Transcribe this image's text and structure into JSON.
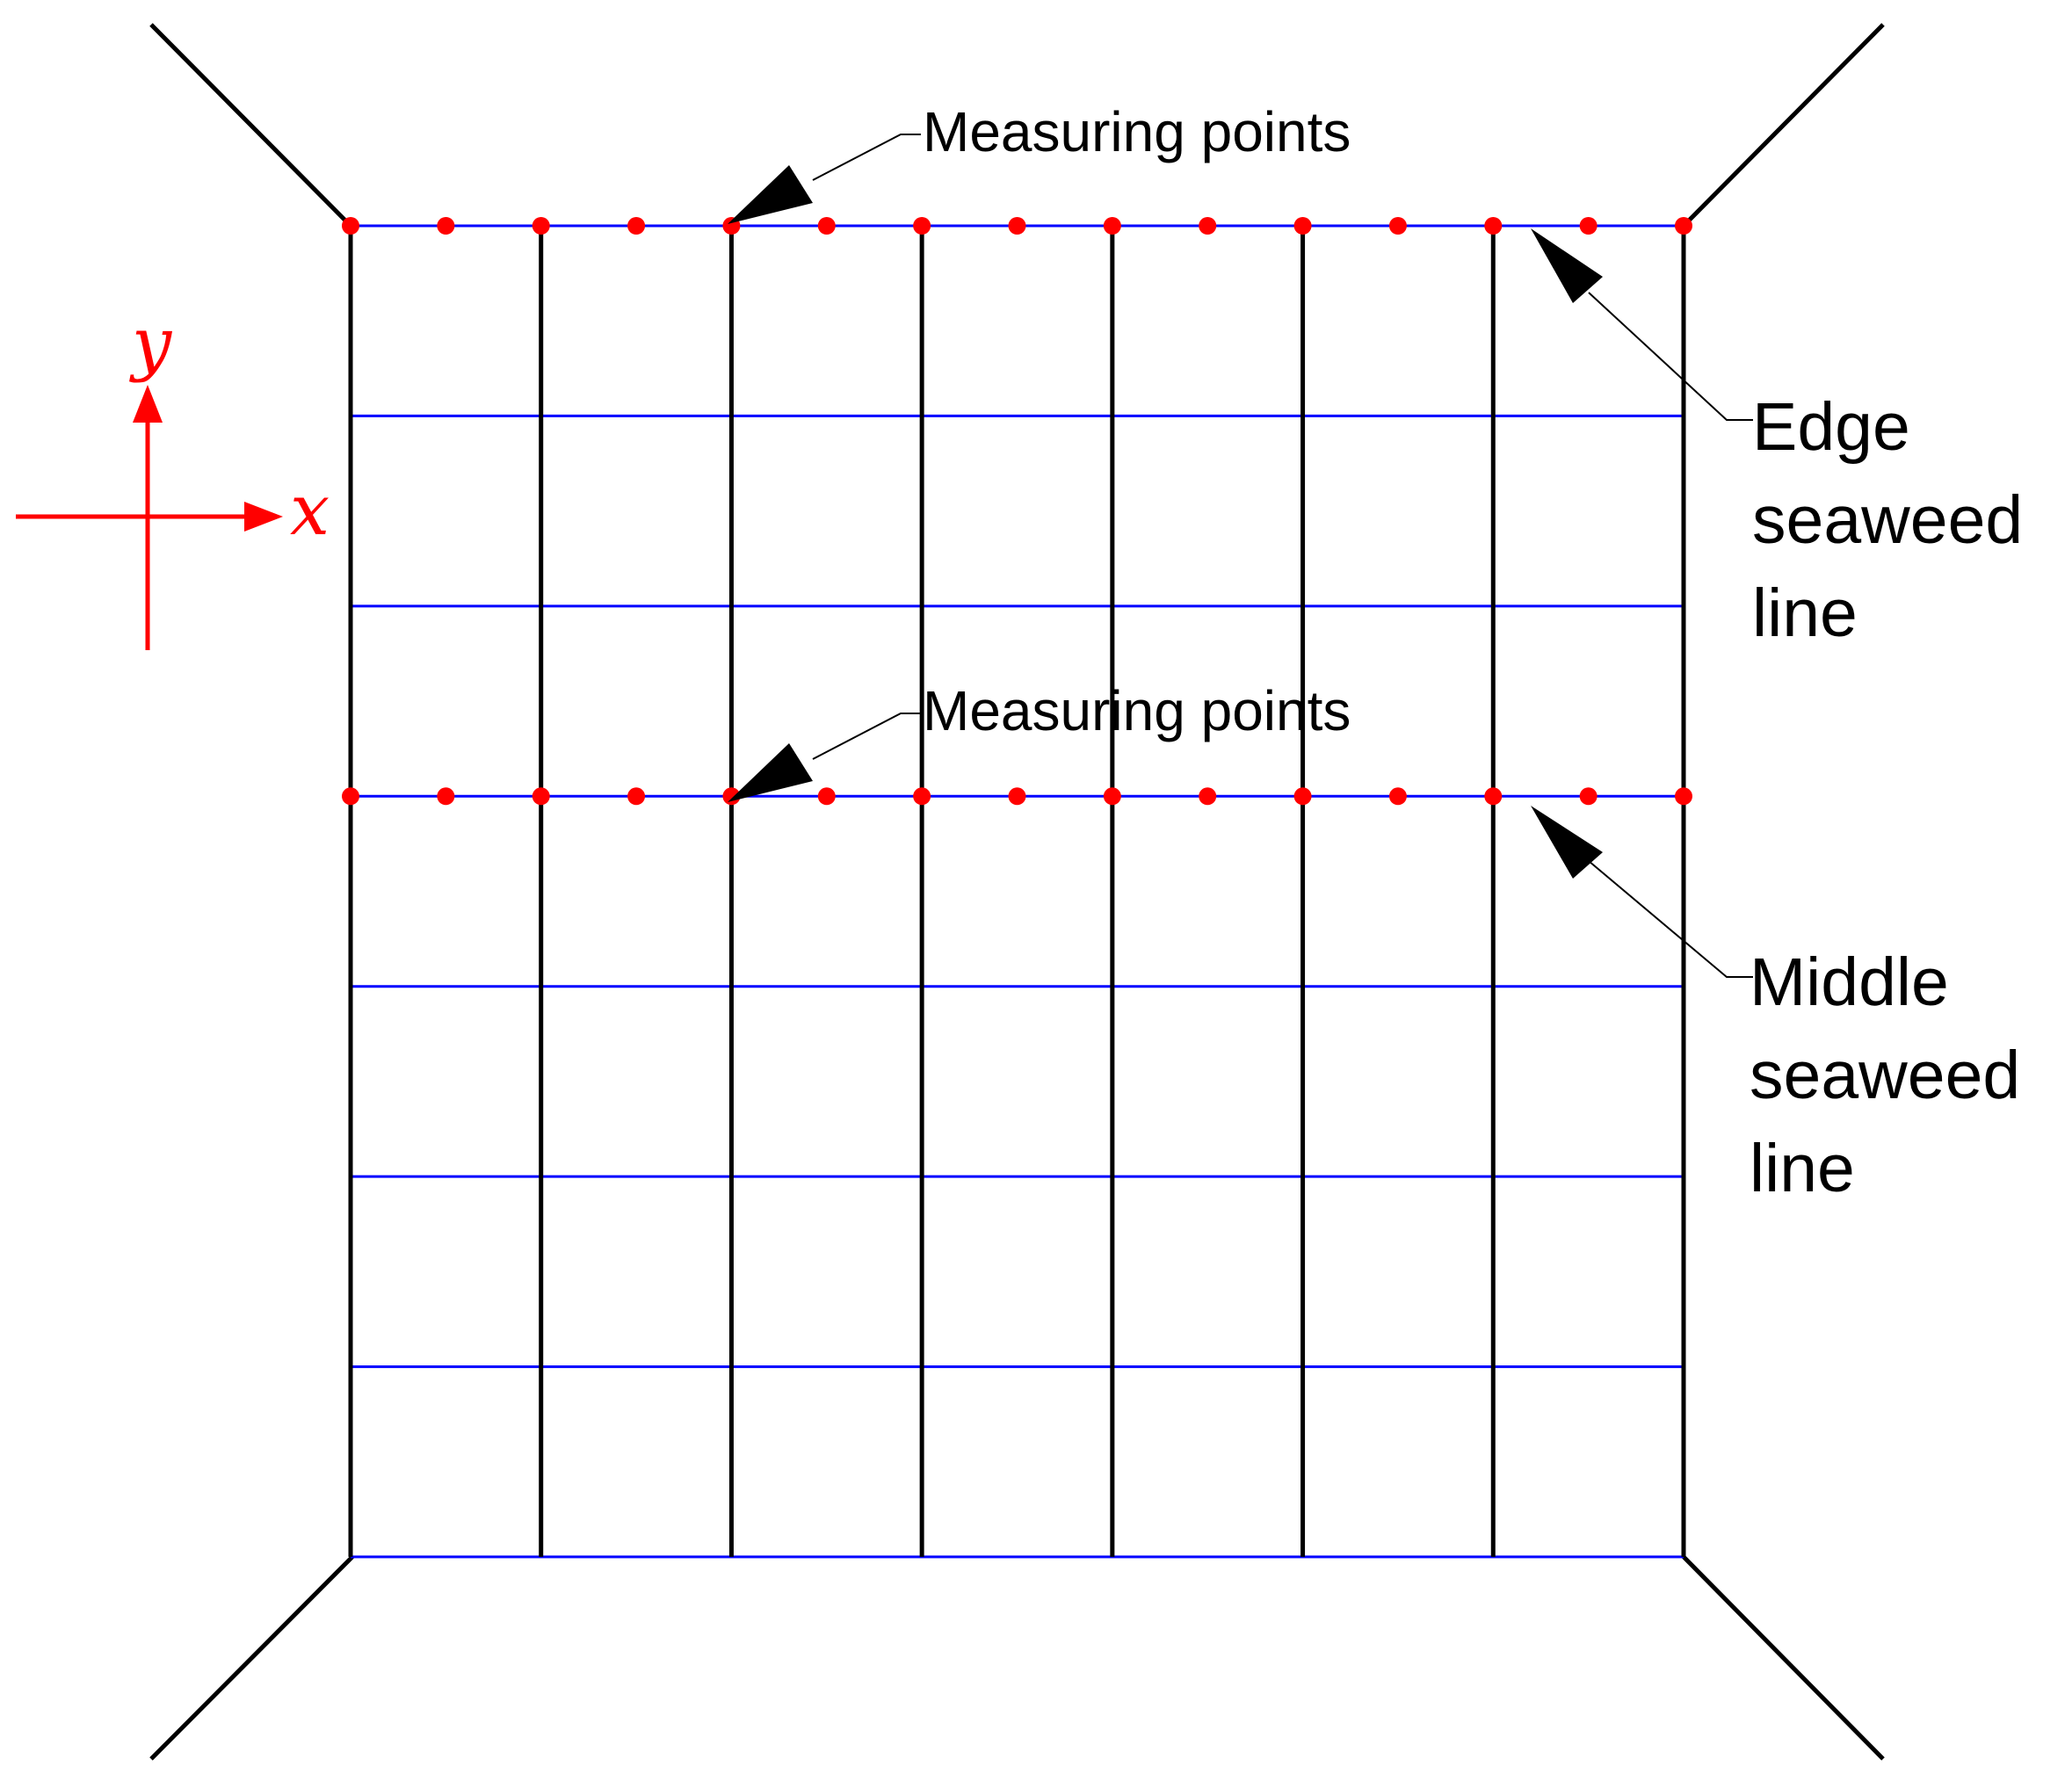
{
  "labels": {
    "measuring_top": "Measuring points",
    "measuring_mid": "Measuring points",
    "edge_line": [
      "Edge",
      "seaweed",
      "line"
    ],
    "middle_line": [
      "Middle",
      "seaweed",
      "line"
    ],
    "axis_x": "x",
    "axis_y": "y"
  },
  "colors": {
    "frame": "#000000",
    "seaweed_line": "#0000ff",
    "measuring_point": "#ff0000",
    "axis": "#ff0000"
  },
  "grid": {
    "vertical_rope_count": 8,
    "horizontal_seaweed_line_count": 8,
    "edge_line_index": 0,
    "middle_line_index": 3,
    "measuring_points_per_line": 15
  }
}
